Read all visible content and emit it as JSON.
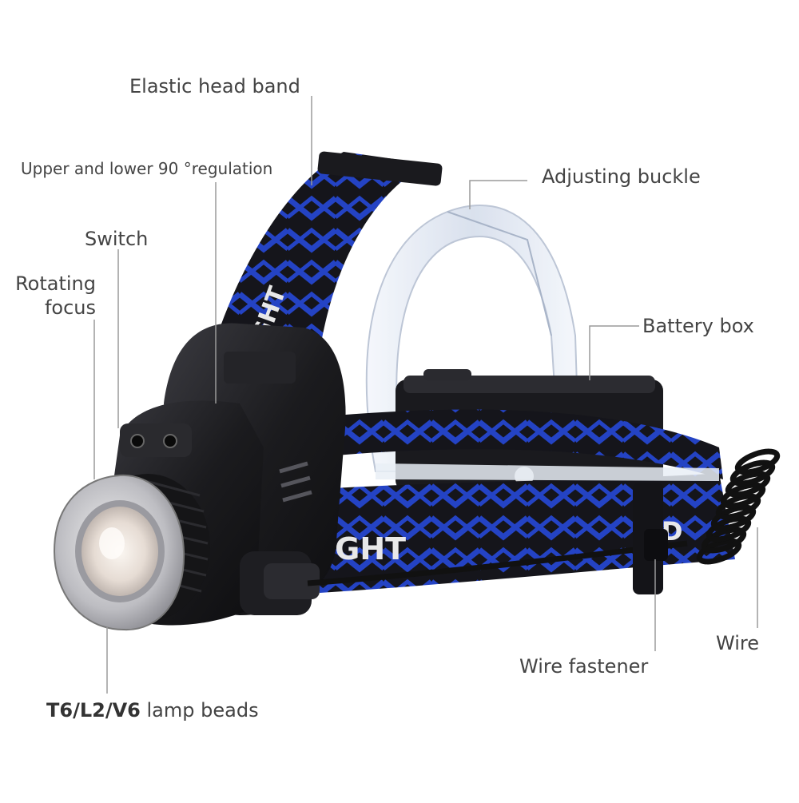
{
  "labels": {
    "elastic_head_band": "Elastic head band",
    "upper_lower_regulation": "Upper and lower 90 °regulation",
    "adjusting_buckle": "Adjusting buckle",
    "switch": "Switch",
    "rotating_focus_line1": "Rotating",
    "rotating_focus_line2": "focus",
    "battery_box": "Battery box",
    "wire": "Wire",
    "wire_fastener": "Wire fastener",
    "lamp_beads_model": "T6/L2/V6",
    "lamp_beads_text": "lamp beads"
  },
  "band_print": {
    "top_strap": "IGHT",
    "front_strap": "IGHT",
    "rear_strap": "ED"
  },
  "colors": {
    "label_text": "#444444",
    "leader_line": "#9a9a9a",
    "strap_black": "#16161c",
    "strap_blue": "#1f3fb8",
    "housing_black": "#1b1b1e",
    "bezel_silver": "#c9c9cc",
    "clear_plastic": "#dfe6f2"
  }
}
